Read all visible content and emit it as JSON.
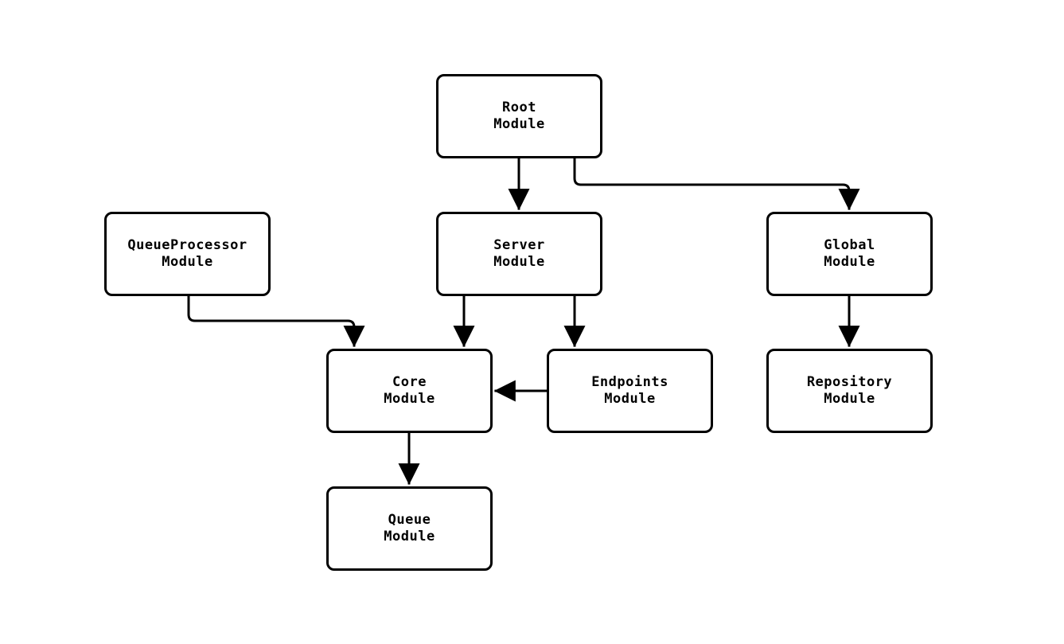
{
  "diagram": {
    "type": "module-dependency-flowchart",
    "nodes": [
      {
        "id": "root",
        "label": "Root\nModule"
      },
      {
        "id": "server",
        "label": "Server\nModule"
      },
      {
        "id": "global",
        "label": "Global\nModule"
      },
      {
        "id": "queueprocessor",
        "label": "QueueProcessor\nModule"
      },
      {
        "id": "core",
        "label": "Core\nModule"
      },
      {
        "id": "endpoints",
        "label": "Endpoints\nModule"
      },
      {
        "id": "repository",
        "label": "Repository\nModule"
      },
      {
        "id": "queue",
        "label": "Queue\nModule"
      }
    ],
    "edges": [
      {
        "from": "root",
        "to": "server"
      },
      {
        "from": "root",
        "to": "global"
      },
      {
        "from": "queueprocessor",
        "to": "core"
      },
      {
        "from": "server",
        "to": "core"
      },
      {
        "from": "server",
        "to": "endpoints"
      },
      {
        "from": "endpoints",
        "to": "core"
      },
      {
        "from": "global",
        "to": "repository"
      },
      {
        "from": "core",
        "to": "queue"
      }
    ],
    "colors": {
      "background": "#ffffff",
      "node_fill": "#ffffff",
      "node_border": "#000000",
      "edge": "#000000",
      "text": "#000000"
    }
  }
}
